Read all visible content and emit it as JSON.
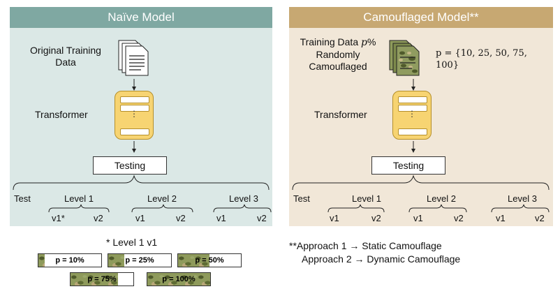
{
  "left_panel": {
    "title": "Naïve Model",
    "input_label": "Original Training Data",
    "transformer_label": "Transformer",
    "testing_label": "Testing",
    "test_label": "Test",
    "levels": [
      "Level 1",
      "Level 2",
      "Level 3"
    ],
    "versions": [
      "v1*",
      "v2",
      "v1",
      "v2",
      "v1",
      "v2"
    ]
  },
  "right_panel": {
    "title": "Camouflaged Model**",
    "input_label_line1": "Training Data",
    "input_label_p": "p",
    "input_label_pct": "%",
    "input_label_line2": "Randomly",
    "input_label_line3": "Camouflaged",
    "p_formula": "p = {10, 25, 50, 75, 100}",
    "transformer_label": "Transformer",
    "testing_label": "Testing",
    "test_label": "Test",
    "levels": [
      "Level 1",
      "Level 2",
      "Level 3"
    ],
    "versions": [
      "v1",
      "v2",
      "v1",
      "v2",
      "v1",
      "v2"
    ]
  },
  "footnote_left": {
    "title": "* Level 1 v1",
    "camo_levels": [
      {
        "label": "p = 10%",
        "fraction": 0.1
      },
      {
        "label": "p = 25%",
        "fraction": 0.25
      },
      {
        "label": "p = 50%",
        "fraction": 0.5
      },
      {
        "label": "p = 75%",
        "fraction": 0.75
      },
      {
        "label": "p = 100%",
        "fraction": 1.0
      }
    ]
  },
  "footnote_right": {
    "line1": "**Approach 1 → Static Camouflage",
    "line2": "Approach 2 → Dynamic Camouflage"
  },
  "colors": {
    "left_header": "#7fa8a2",
    "left_bg": "#dbe8e6",
    "right_header": "#c7a872",
    "right_bg": "#f1e7d8",
    "transformer": "#f7d472"
  },
  "icons": [
    "document-stack-icon",
    "camouflaged-document-stack-icon",
    "down-arrow-icon",
    "brace-icon"
  ]
}
